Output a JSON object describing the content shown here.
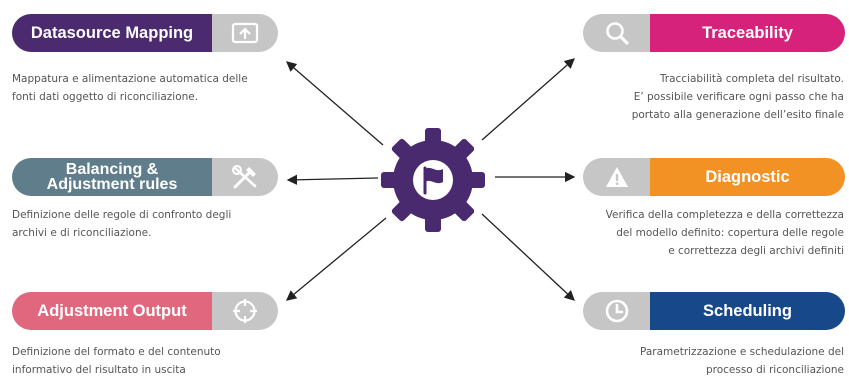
{
  "center": {
    "icon": "flag-in-gear-icon",
    "gear_color": "#4a2a6e"
  },
  "left": [
    {
      "title": "Datasource Mapping",
      "color": "#4b2a6f",
      "icon": "upload-box-icon",
      "description": "Mappatura e alimentazione automatica delle\nfonti dati oggetto di riconciliazione."
    },
    {
      "title": "Balancing &\nAdjustment rules",
      "color": "#607d8b",
      "icon": "tools-icon",
      "description": "Definizione delle regole di confronto degli\narchivi e di riconciliazione."
    },
    {
      "title": "Adjustment Output",
      "color": "#e0677d",
      "icon": "crosshair-icon",
      "description": "Definizione del formato e del contenuto\ninformativo del risultato in uscita"
    }
  ],
  "right": [
    {
      "title": "Traceability",
      "color": "#d6227a",
      "icon": "magnifier-icon",
      "description": "Tracciabilità completa del risultato.\nE’ possibile verificare ogni passo che ha\nportato alla generazione dell’esito finale"
    },
    {
      "title": "Diagnostic",
      "color": "#f39224",
      "icon": "warning-icon",
      "description": "Verifica della completezza e della correttezza\ndel modello definito: copertura delle regole\ne correttezza degli archivi definiti"
    },
    {
      "title": "Scheduling",
      "color": "#17488a",
      "icon": "clock-icon",
      "description": "Parametrizzazione e schedulazione del\nprocesso di riconciliazione"
    }
  ]
}
